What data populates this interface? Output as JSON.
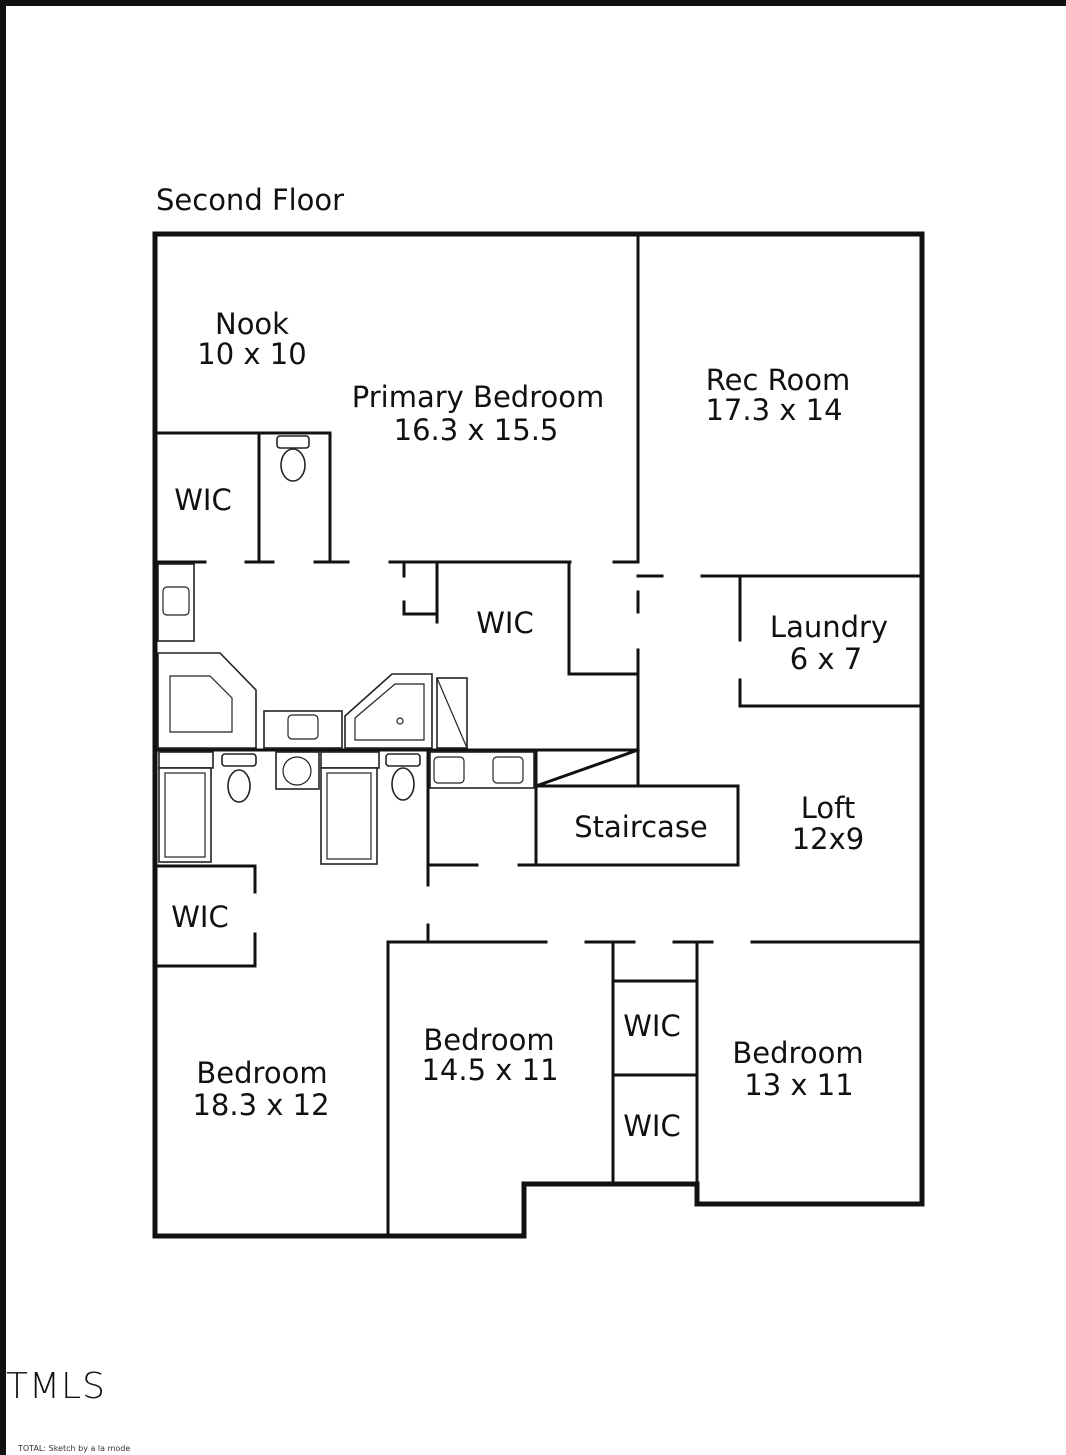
{
  "floor_title": "Second Floor",
  "rooms": {
    "nook": {
      "name": "Nook",
      "size": "10 x 10"
    },
    "primary_bedroom": {
      "name": "Primary Bedroom",
      "size": "16.3 x 15.5"
    },
    "rec_room": {
      "name": "Rec Room",
      "size": "17.3 x 14"
    },
    "laundry": {
      "name": "Laundry",
      "size": "6 x 7"
    },
    "loft": {
      "name": "Loft",
      "size": "12x9"
    },
    "staircase": {
      "name": "Staircase"
    },
    "bedroom_left": {
      "name": "Bedroom",
      "size": "18.3 x 12"
    },
    "bedroom_middle": {
      "name": "Bedroom",
      "size": "14.5 x 11"
    },
    "bedroom_right": {
      "name": "Bedroom",
      "size": "13 x 11"
    },
    "wic_label": "WIC"
  },
  "watermark": "TMLS",
  "footnote": "TOTAL: Sketch by a la mode"
}
